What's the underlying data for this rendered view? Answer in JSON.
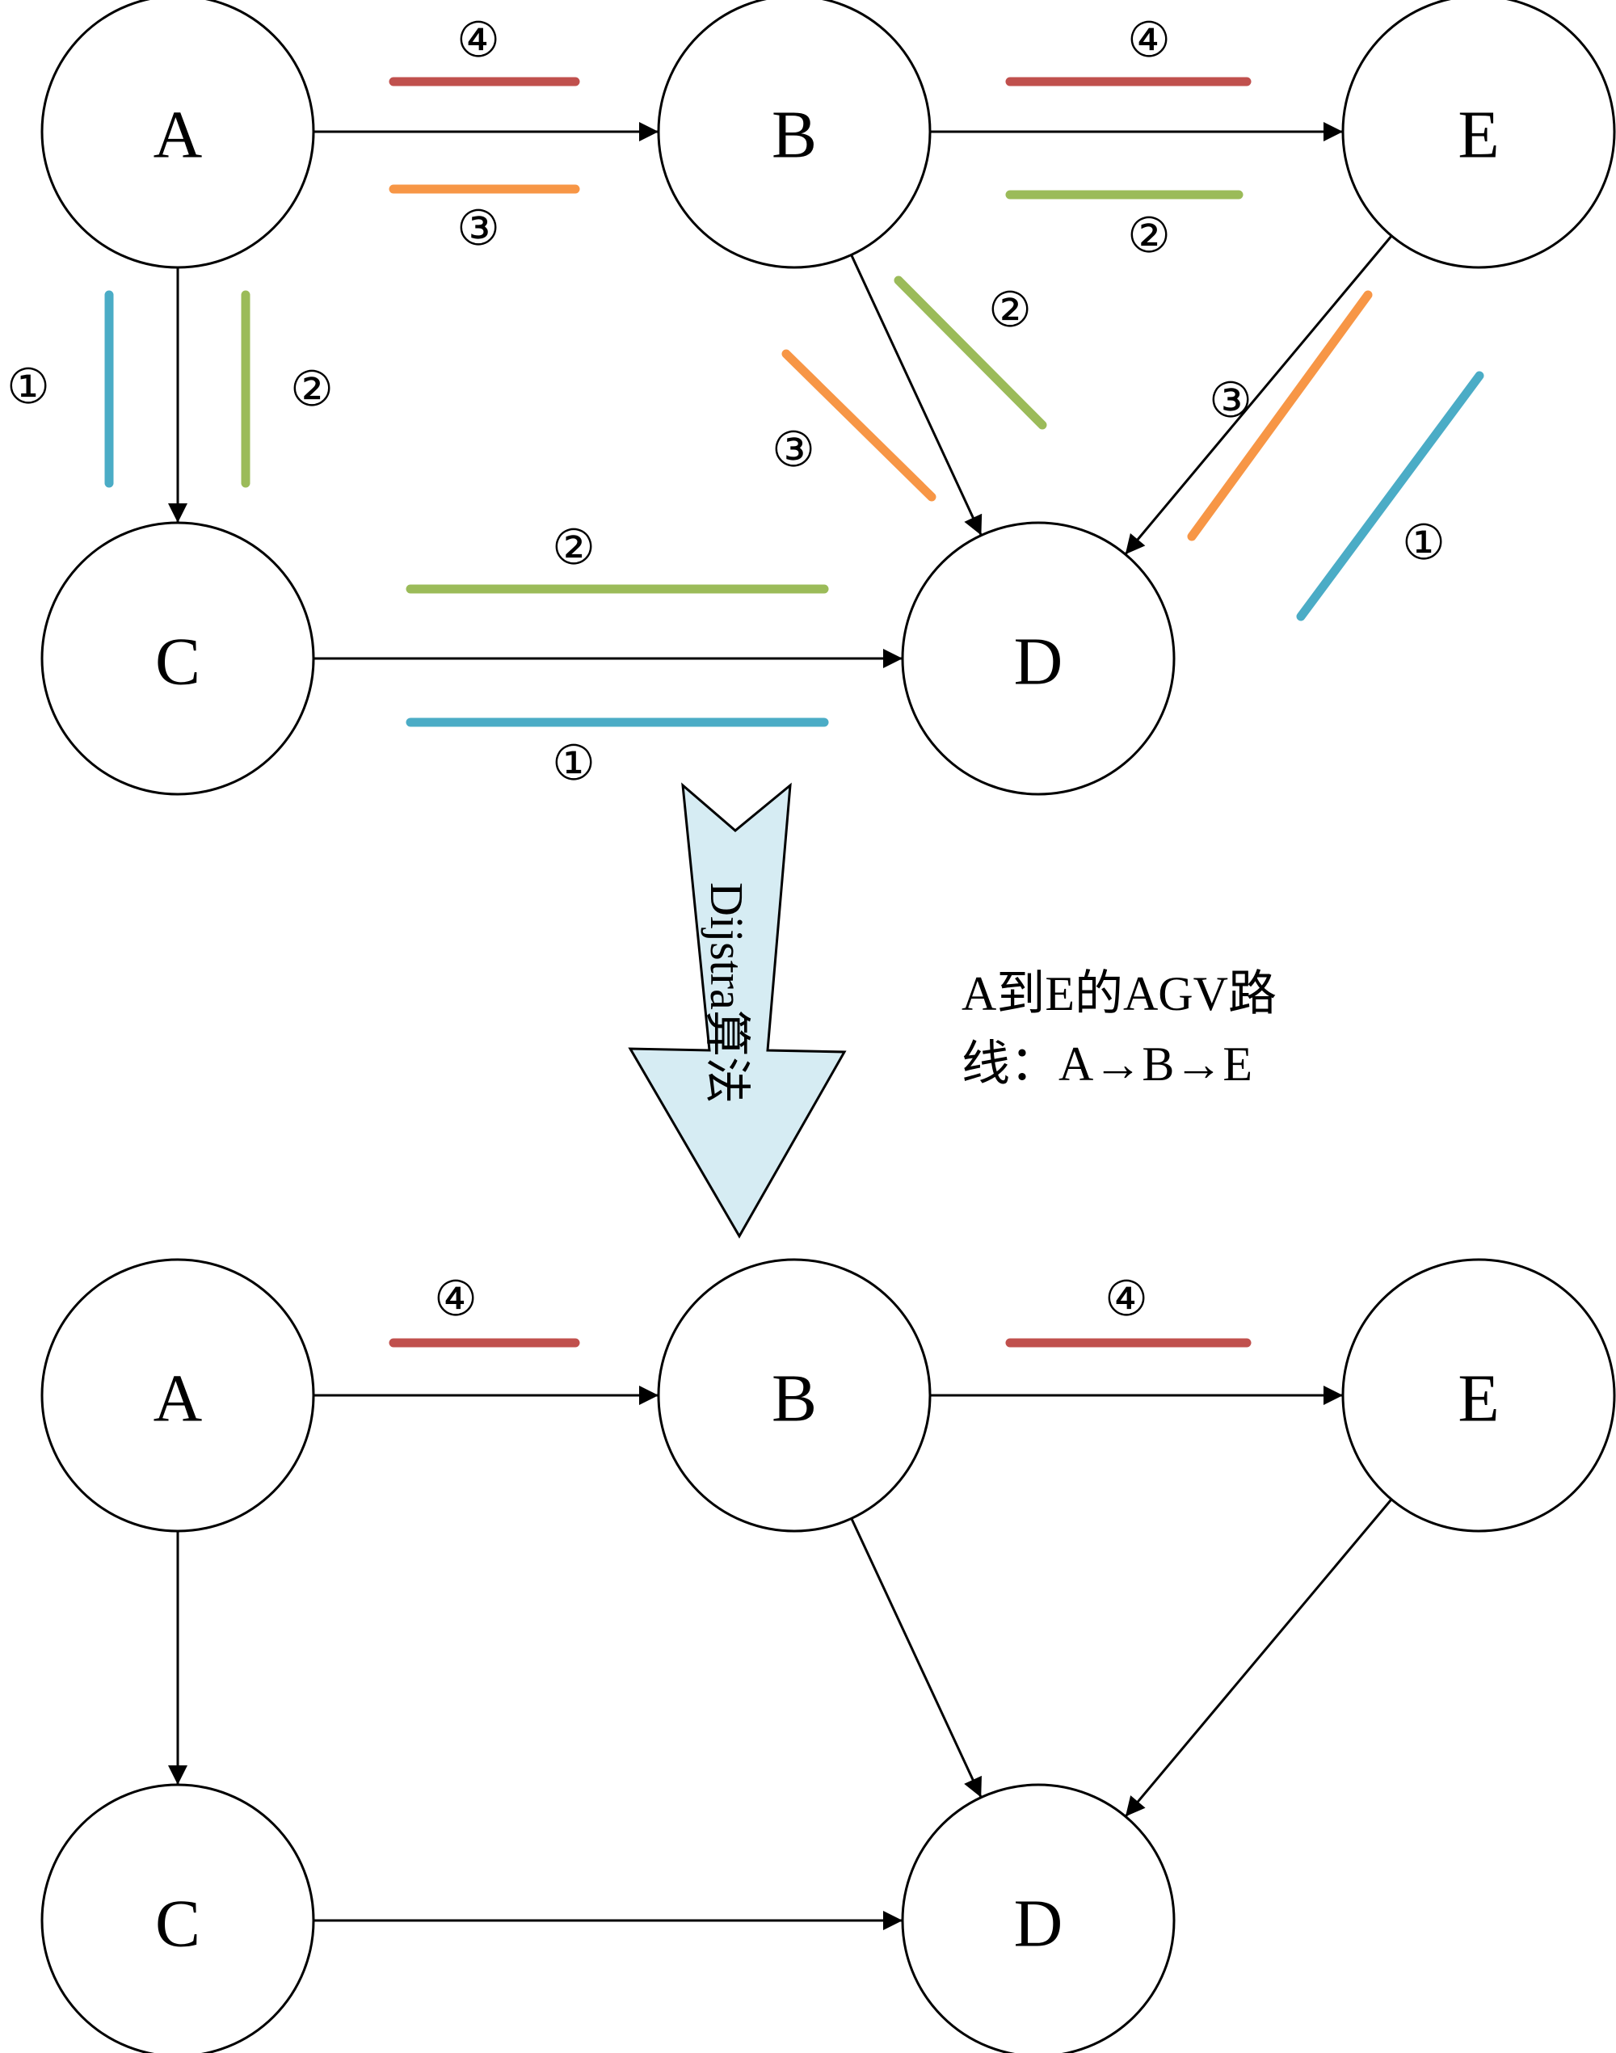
{
  "nodes": [
    {
      "id": "A",
      "label": "A"
    },
    {
      "id": "B",
      "label": "B"
    },
    {
      "id": "E",
      "label": "E"
    },
    {
      "id": "C",
      "label": "C"
    },
    {
      "id": "D",
      "label": "D"
    }
  ],
  "edges": [
    {
      "from": "A",
      "to": "B"
    },
    {
      "from": "B",
      "to": "E"
    },
    {
      "from": "A",
      "to": "C"
    },
    {
      "from": "B",
      "to": "D"
    },
    {
      "from": "E",
      "to": "D"
    },
    {
      "from": "C",
      "to": "D"
    }
  ],
  "route_colors": {
    "1": "#4bacc6",
    "2": "#9bbb59",
    "3": "#f79646",
    "4": "#c0504d"
  },
  "route_labels": {
    "1": "①",
    "2": "②",
    "3": "③",
    "4": "④"
  },
  "top_graph_routes": [
    {
      "edge": "A-B",
      "route": "4"
    },
    {
      "edge": "A-B",
      "route": "3"
    },
    {
      "edge": "B-E",
      "route": "4"
    },
    {
      "edge": "B-E",
      "route": "2"
    },
    {
      "edge": "A-C",
      "route": "1"
    },
    {
      "edge": "A-C",
      "route": "2"
    },
    {
      "edge": "B-D",
      "route": "2"
    },
    {
      "edge": "B-D",
      "route": "3"
    },
    {
      "edge": "E-D",
      "route": "3"
    },
    {
      "edge": "E-D",
      "route": "1"
    },
    {
      "edge": "C-D",
      "route": "2"
    },
    {
      "edge": "C-D",
      "route": "1"
    }
  ],
  "bottom_graph_routes": [
    {
      "edge": "A-B",
      "route": "4"
    },
    {
      "edge": "B-E",
      "route": "4"
    }
  ],
  "algorithm_label": "Dijstra算法",
  "result_note": {
    "line1": "A到E的AGV路",
    "line2": "线：A→B→E"
  }
}
